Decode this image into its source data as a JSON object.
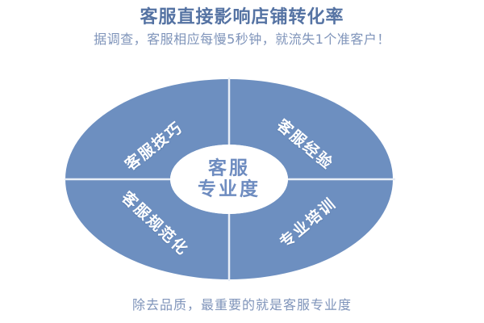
{
  "slide": {
    "background_color": "#ffffff",
    "title": "客服直接影响店铺转化率",
    "title_color": "#5573a3",
    "subtitle": "据调查，客服相应每慢5秒钟，就流失1个准客户！",
    "subtitle_color": "#7f94ba",
    "caption": "除去品质，最重要的就是客服专业度",
    "caption_color": "#7f94ba"
  },
  "diagram": {
    "type": "donut-quadrant",
    "ring_color": "#6d8fc0",
    "divider_color": "#e8eef6",
    "hub_fill": "#ffffff",
    "hub_text_color": "#6e8cc0",
    "hub": {
      "line1": "客服",
      "line2": "专业度"
    },
    "quadrants": [
      {
        "position": "top-left",
        "label": "客服技巧",
        "rotation_deg": -38
      },
      {
        "position": "top-right",
        "label": "客服经验",
        "rotation_deg": 40
      },
      {
        "position": "bottom-left",
        "label": "客服规范化",
        "rotation_deg": 43
      },
      {
        "position": "bottom-right",
        "label": "专业培训",
        "rotation_deg": -40
      }
    ]
  }
}
